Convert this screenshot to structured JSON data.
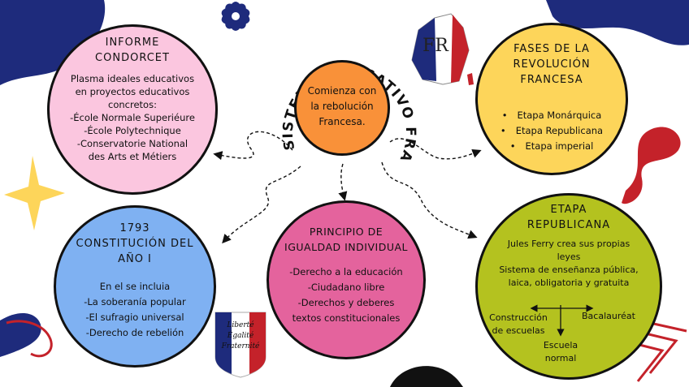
{
  "center": {
    "arc_title": "SISTEMA EDUCATIVO FRANCÉS",
    "lines": [
      "Comienza con",
      "la rebolución",
      "Francesa."
    ]
  },
  "condorcet": {
    "title": [
      "INFORME",
      "CONDORCET"
    ],
    "lines": [
      "Plasma ideales educativos",
      "en proyectos educativos",
      "concretos:",
      "-École Normale Superiéure",
      "-École Polytechnique",
      "-Conservatorie National",
      "des Arts et Métiers"
    ]
  },
  "fases": {
    "title": [
      "FASES DE LA",
      "REVOLUCIÓN",
      "FRANCESA"
    ],
    "items": [
      "Etapa Monárquica",
      "Etapa Republicana",
      "Etapa imperial"
    ]
  },
  "constitucion": {
    "title": [
      "1793",
      "CONSTITUCIÓN DEL",
      "AÑO I"
    ],
    "lines": [
      "En el se incluia",
      "-La soberanía popular",
      "-El sufragio universal",
      "-Derecho de rebelión"
    ]
  },
  "igualdad": {
    "title": [
      "PRINCIPIO DE",
      "IGUALDAD INDIVIDUAL"
    ],
    "lines": [
      "-Derecho a la educación",
      "-Ciudadano libre",
      "-Derechos y deberes",
      "textos constitucionales"
    ]
  },
  "republicana": {
    "title": [
      "ETAPA",
      "REPUBLICANA"
    ],
    "lines": [
      "Jules Ferry crea sus propias",
      "leyes",
      "Sistema de enseñanza pública,",
      "laica, obligatoria y gratuita"
    ],
    "branch_left": [
      "Construcción",
      "de escuelas"
    ],
    "branch_right": "Bacalauréat",
    "branch_down": [
      "Escuela",
      "normal"
    ]
  },
  "map_label": "FR",
  "shield_lines": [
    "Liberté",
    "Égalité",
    "Fraternité"
  ],
  "colors": {
    "pink": "#fbc6df",
    "yellow": "#fdd55a",
    "orange": "#f99139",
    "blue": "#7fb1f2",
    "magenta": "#e4639d",
    "olive": "#b4c21f",
    "navy": "#1e2b7c",
    "red": "#c4222a"
  }
}
